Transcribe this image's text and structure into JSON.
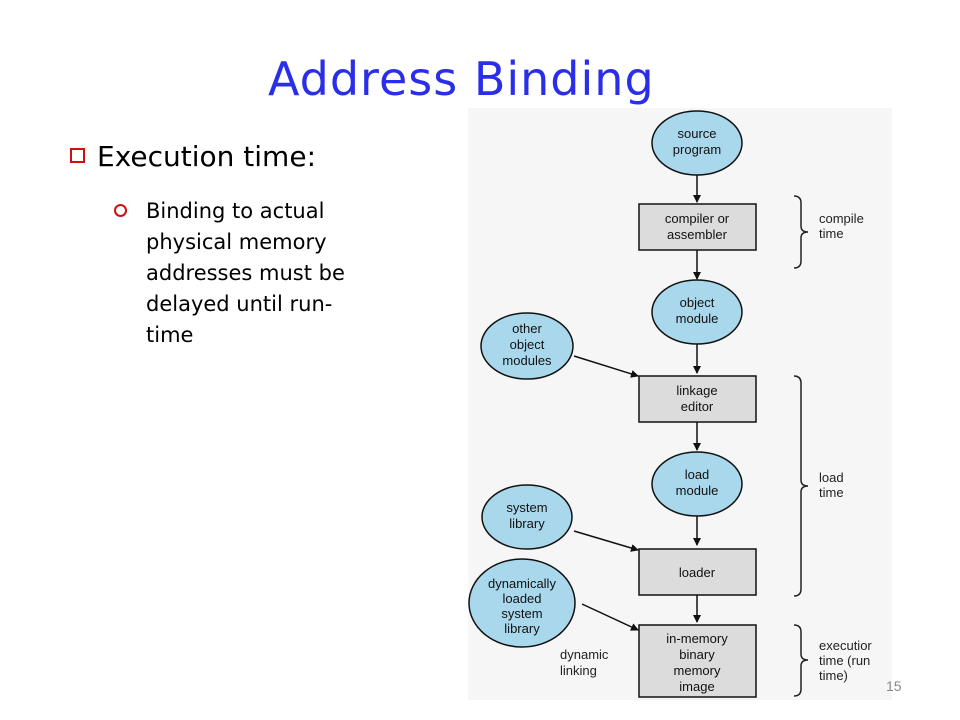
{
  "title": "Address Binding",
  "bullet": {
    "heading": "Execution time:",
    "sub_lines": [
      "Binding to actual",
      "physical memory",
      "addresses must be",
      "delayed until run-",
      "time"
    ]
  },
  "diagram": {
    "source_program": [
      "source",
      "program"
    ],
    "compiler": [
      "compiler or",
      "assembler"
    ],
    "object_module": [
      "object",
      "module"
    ],
    "other_modules": [
      "other",
      "object",
      "modules"
    ],
    "linkage_editor": [
      "linkage",
      "editor"
    ],
    "load_module": [
      "load",
      "module"
    ],
    "system_library": [
      "system",
      "library"
    ],
    "loader": [
      "loader"
    ],
    "dynamic_library": [
      "dynamically",
      "loaded",
      "system",
      "library"
    ],
    "in_memory_image": [
      "in-memory",
      "binary",
      "memory",
      "image"
    ],
    "dynamic_linking": [
      "dynamic",
      "linking"
    ],
    "compile_time": [
      "compile",
      "time"
    ],
    "load_time": [
      "load",
      "time"
    ],
    "execution_time": [
      "executior",
      "time (run",
      "time)"
    ]
  },
  "page_number": "15",
  "colors": {
    "title": "#2a2ee8",
    "bullet_marker": "#d01010",
    "circle_fill": "#a9d8ec",
    "box_fill": "#dcdcdc",
    "panel_bg": "#f6f6f6"
  }
}
